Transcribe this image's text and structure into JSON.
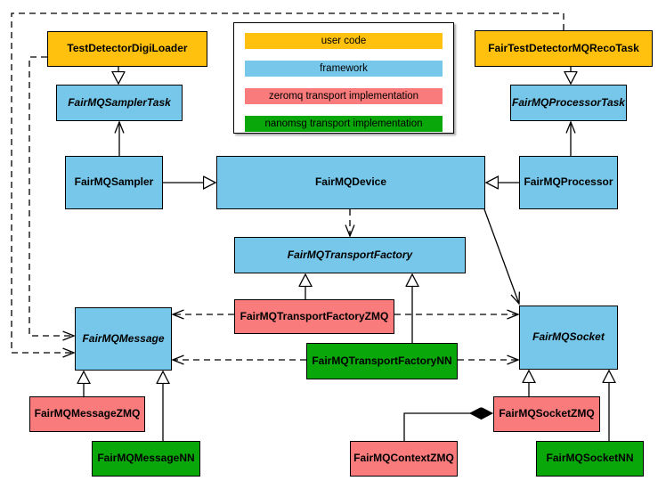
{
  "colors": {
    "user_code": "#FFC10D",
    "framework": "#76C7EA",
    "zeromq": "#F97B7B",
    "nanomsg": "#0AA70A"
  },
  "legend": {
    "items": [
      {
        "label": "user code",
        "category": "user_code"
      },
      {
        "label": "framework",
        "category": "framework"
      },
      {
        "label": "zeromq transport implementation",
        "category": "zeromq"
      },
      {
        "label": "nanomsg transport implementation",
        "category": "nanomsg"
      }
    ]
  },
  "nodes": {
    "testDetectorDigiLoader": {
      "label": "TestDetectorDigiLoader",
      "category": "user_code",
      "abstract": false
    },
    "fairTestDetectorMQRecoTask": {
      "label": "FairTestDetectorMQRecoTask",
      "category": "user_code",
      "abstract": false
    },
    "fairMQSamplerTask": {
      "label": "FairMQSamplerTask",
      "category": "framework",
      "abstract": true
    },
    "fairMQProcessorTask": {
      "label": "FairMQProcessorTask",
      "category": "framework",
      "abstract": true
    },
    "fairMQSampler": {
      "label": "FairMQSampler",
      "category": "framework",
      "abstract": false
    },
    "fairMQDevice": {
      "label": "FairMQDevice",
      "category": "framework",
      "abstract": false
    },
    "fairMQProcessor": {
      "label": "FairMQProcessor",
      "category": "framework",
      "abstract": false
    },
    "fairMQTransportFactory": {
      "label": "FairMQTransportFactory",
      "category": "framework",
      "abstract": true
    },
    "fairMQTransportFactoryZMQ": {
      "label": "FairMQTransportFactoryZMQ",
      "category": "zeromq",
      "abstract": false
    },
    "fairMQTransportFactoryNN": {
      "label": "FairMQTransportFactoryNN",
      "category": "nanomsg",
      "abstract": false
    },
    "fairMQMessage": {
      "label": "FairMQMessage",
      "category": "framework",
      "abstract": true
    },
    "fairMQSocket": {
      "label": "FairMQSocket",
      "category": "framework",
      "abstract": true
    },
    "fairMQMessageZMQ": {
      "label": "FairMQMessageZMQ",
      "category": "zeromq",
      "abstract": false
    },
    "fairMQMessageNN": {
      "label": "FairMQMessageNN",
      "category": "nanomsg",
      "abstract": false
    },
    "fairMQContextZMQ": {
      "label": "FairMQContextZMQ",
      "category": "zeromq",
      "abstract": false
    },
    "fairMQSocketZMQ": {
      "label": "FairMQSocketZMQ",
      "category": "zeromq",
      "abstract": false
    },
    "fairMQSocketNN": {
      "label": "FairMQSocketNN",
      "category": "nanomsg",
      "abstract": false
    }
  }
}
